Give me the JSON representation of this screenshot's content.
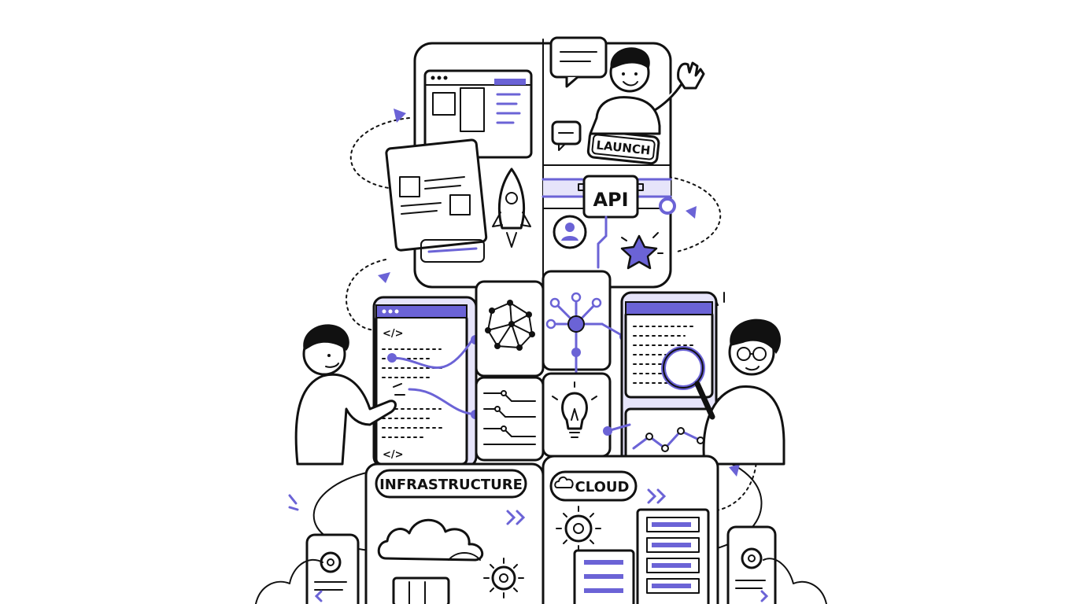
{
  "labels": {
    "launch": "LAUNCH",
    "api": "API",
    "infrastructure": "INFRASTRUCTURE",
    "cloud": "CLOUD"
  },
  "code_tags": {
    "top": "</>",
    "bottom": "</>"
  },
  "colors": {
    "accent": "#6b63d6",
    "accent_light": "#e6e4fa",
    "ink": "#111111",
    "background": "#ffffff"
  },
  "icons": [
    "rocket-icon",
    "user-icon",
    "star-icon",
    "network-icon",
    "lightbulb-icon",
    "circuit-icon",
    "cloud-icon",
    "gear-icon",
    "server-icon",
    "magnifier-icon",
    "chat-bubble-icon"
  ]
}
